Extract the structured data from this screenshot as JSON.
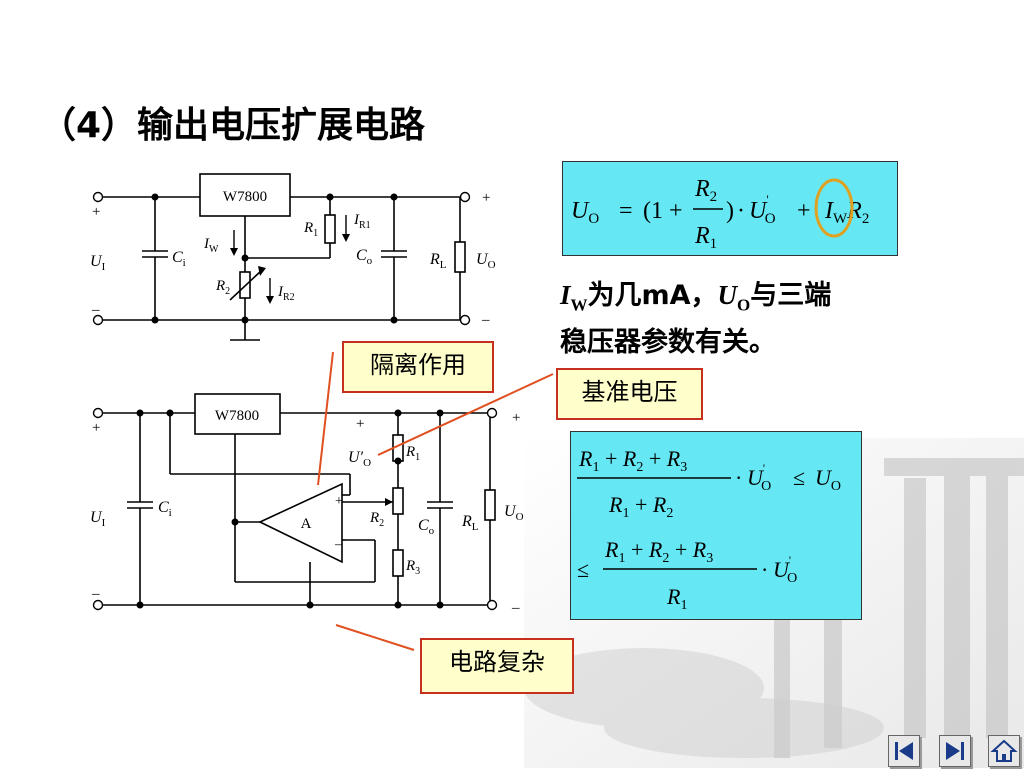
{
  "title": "（4）输出电压扩展电路",
  "circuit1": {
    "chip": "W7800",
    "labels": {
      "plus_left": "+",
      "minus_left": "–",
      "ui": "U",
      "ui_sub": "I",
      "ci": "C",
      "ci_sub": "i",
      "iw": "I",
      "iw_sub": "W",
      "r1": "R",
      "r1_sub": "1",
      "ir1": "I",
      "ir1_sub": "R1",
      "r2": "R",
      "r2_sub": "2",
      "ir2": "I",
      "ir2_sub": "R2",
      "co": "C",
      "co_sub": "o",
      "rl": "R",
      "rl_sub": "L",
      "uo": "U",
      "uo_sub": "O",
      "plus_right": "+",
      "minus_right": "–"
    }
  },
  "circuit2": {
    "chip": "W7800",
    "labels": {
      "plus_left": "+",
      "minus_left": "–",
      "ui": "U",
      "ui_sub": "I",
      "ci": "C",
      "ci_sub": "i",
      "opamp": "A",
      "op_plus": "+",
      "op_minus": "–",
      "uo_prime": "U′",
      "uo_prime_sub": "O",
      "r1": "R",
      "r1_sub": "1",
      "r2": "R",
      "r2_sub": "2",
      "r3": "R",
      "r3_sub": "3",
      "co": "C",
      "co_sub": "o",
      "rl": "R",
      "rl_sub": "L",
      "uo": "U",
      "uo_sub": "O",
      "plus_top": "+",
      "plus_right": "+",
      "minus_right": "–"
    }
  },
  "formula1": "U_O = (1 + R2/R1) · U'_O + I_W R2",
  "formula2": "(R1+R2+R3)/(R1+R2) · U'_O ≤ U_O ≤ (R1+R2+R3)/R1 · U'_O",
  "note": {
    "iw": "I",
    "iw_sub": "W",
    "text1": "为几mA，",
    "uo": "U",
    "uo_sub": "O",
    "text2": "与三端",
    "line2": "稳压器参数有关。"
  },
  "callouts": {
    "isolation": "隔离作用",
    "reference": "基准电压",
    "complex": "电路复杂"
  },
  "colors": {
    "formula_bg": "#66e8f4",
    "callout_bg": "#ffffcc",
    "callout_border": "#c6301e",
    "pointer": "#e05020",
    "highlight": "#e0a020"
  },
  "nav": {
    "prev_icon": "first-page-icon",
    "next_icon": "last-page-icon",
    "home_icon": "home-icon"
  }
}
